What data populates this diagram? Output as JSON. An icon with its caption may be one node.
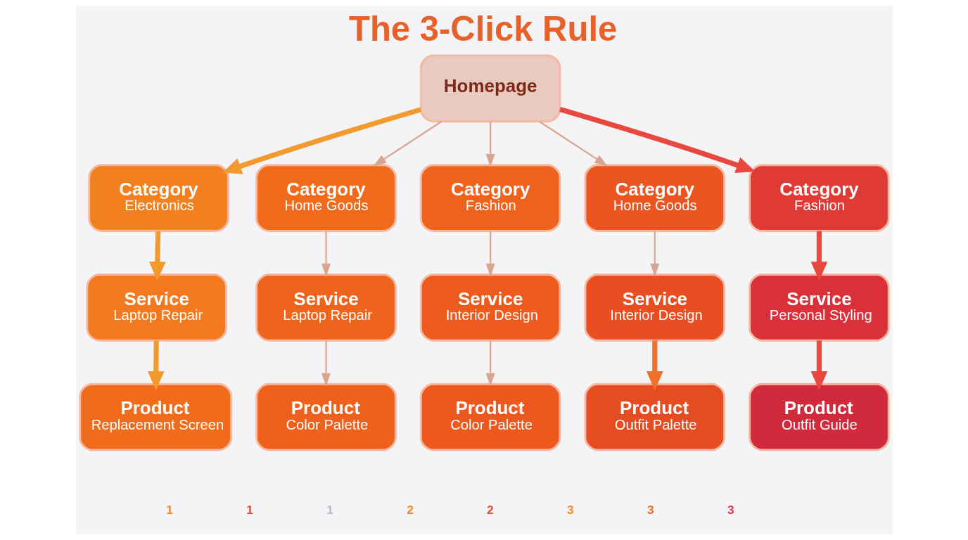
{
  "diagram": {
    "title": "The 3-Click Rule",
    "nodes": [
      {
        "text": [
          "Homepage"
        ]
      },
      {
        "text": [
          "Category",
          "Electronics"
        ]
      },
      {
        "text": [
          "Category",
          "Home Goods"
        ]
      },
      {
        "text": [
          "Category",
          "Fashion"
        ]
      },
      {
        "text": [
          "Category",
          "Home Goods"
        ]
      },
      {
        "text": [
          "Category",
          "Fashion"
        ]
      },
      {
        "text": [
          "Service",
          "Laptop Repair"
        ]
      },
      {
        "text": [
          "Service",
          "Laptop Repair"
        ]
      },
      {
        "text": [
          "Service",
          "Interior Design"
        ]
      },
      {
        "text": [
          "Service",
          "Interior Design"
        ]
      },
      {
        "text": [
          "Service",
          "Personal Styling"
        ]
      },
      {
        "text": [
          "Product",
          "Replacement Screen"
        ]
      },
      {
        "text": [
          "Product",
          "Color Palette"
        ]
      },
      {
        "text": [
          "Product",
          "Color Palette"
        ]
      },
      {
        "text": [
          "Product",
          "Outfit Palette"
        ]
      },
      {
        "text": [
          "Product",
          "Outfit Guide"
        ]
      }
    ],
    "edges": [
      {
        "from": 0,
        "to": 1,
        "arrow": "to",
        "style": "thick",
        "color": "#f39a2e"
      },
      {
        "from": 0,
        "to": 2,
        "arrow": "to"
      },
      {
        "from": 0,
        "to": 3,
        "arrow": "to"
      },
      {
        "from": 0,
        "to": 4,
        "arrow": "to"
      },
      {
        "from": 0,
        "to": 5,
        "arrow": "to",
        "style": "thick",
        "color": "#e8483e"
      },
      {
        "from": 1,
        "to": 6,
        "arrow": "to",
        "style": "thick",
        "color": "#f39a2e"
      },
      {
        "from": 2,
        "to": 7,
        "arrow": "to"
      },
      {
        "from": 3,
        "to": 8,
        "arrow": "to"
      },
      {
        "from": 4,
        "to": 9,
        "arrow": "to"
      },
      {
        "from": 5,
        "to": 10,
        "arrow": "to",
        "style": "thick",
        "color": "#e8483e"
      },
      {
        "from": 6,
        "to": 11,
        "arrow": "to",
        "style": "thick",
        "color": "#f39a2e"
      },
      {
        "from": 7,
        "to": 12,
        "arrow": "to"
      },
      {
        "from": 8,
        "to": 13,
        "arrow": "to"
      },
      {
        "from": 9,
        "to": 14,
        "arrow": "to",
        "style": "thick",
        "color": "#f0702a"
      },
      {
        "from": 10,
        "to": 15,
        "arrow": "to",
        "style": "thick",
        "color": "#e8483e"
      }
    ],
    "labels": [
      "1",
      "1",
      "1",
      "2",
      "2",
      "3",
      "3",
      "3"
    ]
  }
}
